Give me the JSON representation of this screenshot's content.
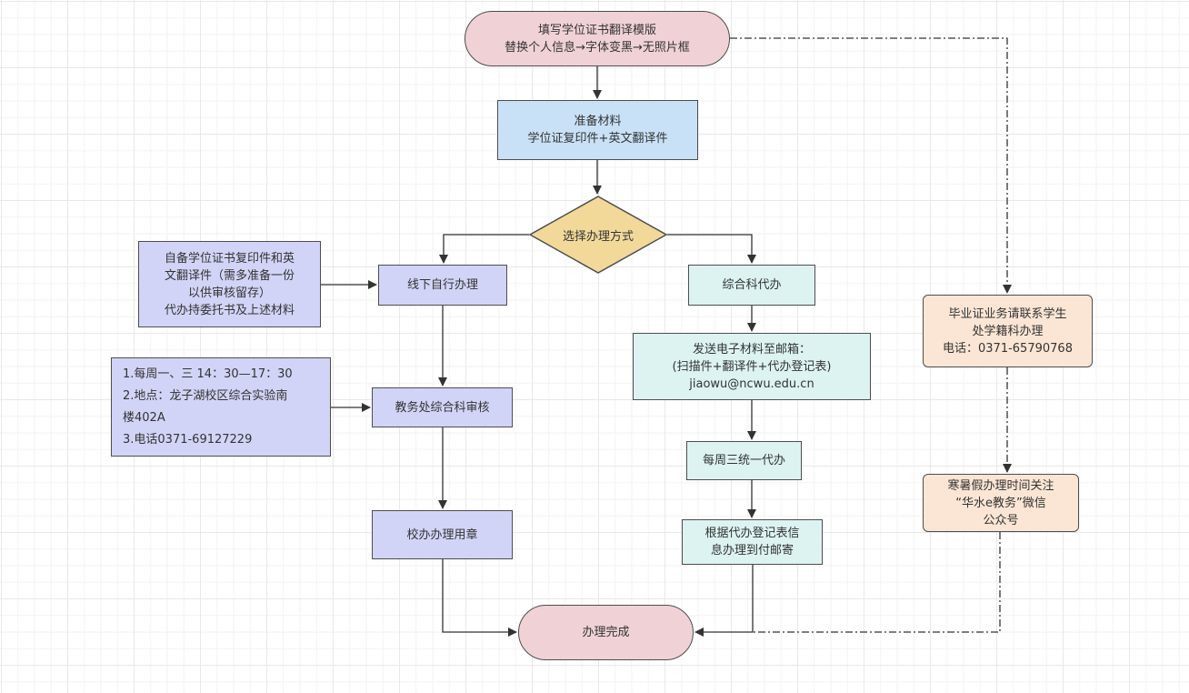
{
  "colors": {
    "terminal_fill": "#f0d2d6",
    "prepare_fill": "#c8e1f6",
    "decision_fill": "#f2d99a",
    "offline_fill": "#d2d4f7",
    "proxy_fill": "#dcf3f2",
    "notice_fill": "#fbe6d5",
    "stroke": "#4d4d4d"
  },
  "nodes": {
    "start": {
      "text": "填写学位证书翻译模版\n替换个人信息→字体变黑→无照片框"
    },
    "prepare": {
      "text": "准备材料\n学位证复印件+英文翻译件"
    },
    "decision": {
      "text": "选择办理方式"
    },
    "offline": {
      "text": "线下自行办理"
    },
    "offline_note": {
      "text": "自备学位证书复印件和英\n文翻译件（需多准备一份\n以供审核留存）\n代办持委托书及上述材料"
    },
    "audit": {
      "text": "教务处综合科审核"
    },
    "audit_note": {
      "text": "1.每周一、三 14：30—17：30\n2.地点：龙子湖校区综合实验南\n楼402A\n3.电话0371-69127229"
    },
    "seal": {
      "text": "校办办理用章"
    },
    "proxy": {
      "text": "综合科代办"
    },
    "email": {
      "text": "发送电子材料至邮箱：\n(扫描件+翻译件+代办登记表)\njiaowu@ncwu.edu.cn"
    },
    "weekly": {
      "text": "每周三统一代办"
    },
    "mail": {
      "text": "根据代办登记表信\n息办理到付邮寄"
    },
    "finish": {
      "text": "办理完成"
    },
    "graduation_cert": {
      "text": "毕业证业务请联系学生\n处学籍科办理\n电话：0371-65790768"
    },
    "vacation": {
      "text": "寒暑假办理时间关注\n“华水e教务”微信\n公众号"
    }
  },
  "edges": [
    {
      "from": "start",
      "to": "prepare",
      "style": "solid"
    },
    {
      "from": "prepare",
      "to": "decision",
      "style": "solid"
    },
    {
      "from": "decision",
      "to": "offline",
      "style": "solid"
    },
    {
      "from": "decision",
      "to": "proxy",
      "style": "solid"
    },
    {
      "from": "offline_note",
      "to": "offline",
      "style": "solid"
    },
    {
      "from": "offline",
      "to": "audit",
      "style": "solid"
    },
    {
      "from": "audit_note",
      "to": "audit",
      "style": "solid"
    },
    {
      "from": "audit",
      "to": "seal",
      "style": "solid"
    },
    {
      "from": "seal",
      "to": "finish",
      "style": "solid"
    },
    {
      "from": "proxy",
      "to": "email",
      "style": "solid"
    },
    {
      "from": "email",
      "to": "weekly",
      "style": "solid"
    },
    {
      "from": "weekly",
      "to": "mail",
      "style": "solid"
    },
    {
      "from": "mail",
      "to": "finish",
      "style": "solid"
    },
    {
      "from": "start",
      "to": "graduation_cert",
      "style": "dash-dot"
    },
    {
      "from": "graduation_cert",
      "to": "vacation",
      "style": "dash-dot"
    },
    {
      "from": "vacation",
      "to": "finish",
      "style": "dash-dot"
    }
  ]
}
